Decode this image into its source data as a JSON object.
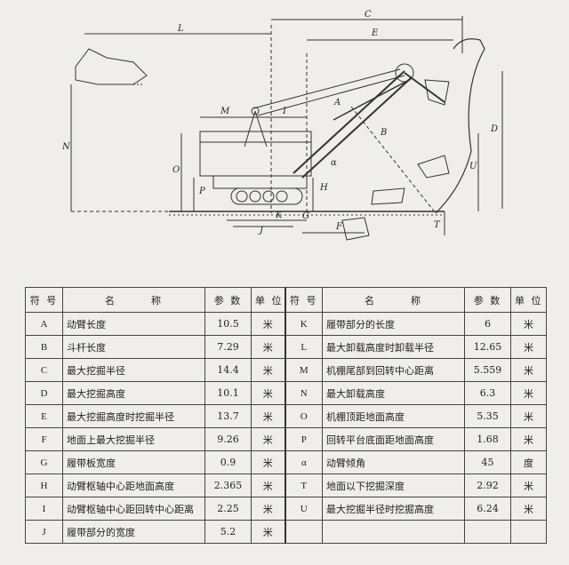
{
  "diagram": {
    "labels": [
      "L",
      "C",
      "E",
      "M",
      "I",
      "A",
      "B",
      "D",
      "N",
      "O",
      "P",
      "H",
      "α",
      "U",
      "K",
      "G",
      "J",
      "F",
      "T"
    ]
  },
  "table": {
    "headers": [
      "符 号",
      "名　　　称",
      "参 数",
      "单 位",
      "符 号",
      "名　　　称",
      "参 数",
      "单 位"
    ],
    "rows": [
      [
        {
          "sym": "A",
          "name": "动臂长度",
          "val": "10.5",
          "unit": "米"
        },
        {
          "sym": "K",
          "name": "履带部分的长度",
          "val": "6",
          "unit": "米"
        }
      ],
      [
        {
          "sym": "B",
          "name": "斗杆长度",
          "val": "7.29",
          "unit": "米"
        },
        {
          "sym": "L",
          "name": "最大卸载高度时卸载半径",
          "val": "12.65",
          "unit": "米"
        }
      ],
      [
        {
          "sym": "C",
          "name": "最大挖掘半径",
          "val": "14.4",
          "unit": "米"
        },
        {
          "sym": "M",
          "name": "机棚尾部到回转中心距离",
          "val": "5.559",
          "unit": "米"
        }
      ],
      [
        {
          "sym": "D",
          "name": "最大挖掘高度",
          "val": "10.1",
          "unit": "米"
        },
        {
          "sym": "N",
          "name": "最大卸载高度",
          "val": "6.3",
          "unit": "米"
        }
      ],
      [
        {
          "sym": "E",
          "name": "最大挖掘高度时挖掘半径",
          "val": "13.7",
          "unit": "米"
        },
        {
          "sym": "O",
          "name": "机棚顶距地面高度",
          "val": "5.35",
          "unit": "米"
        }
      ],
      [
        {
          "sym": "F",
          "name": "地面上最大挖掘半径",
          "val": "9.26",
          "unit": "米"
        },
        {
          "sym": "P",
          "name": "回转平台底面距地面高度",
          "val": "1.68",
          "unit": "米"
        }
      ],
      [
        {
          "sym": "G",
          "name": "履带板宽度",
          "val": "0.9",
          "unit": "米"
        },
        {
          "sym": "α",
          "name": "动臂倾角",
          "val": "45",
          "unit": "度"
        }
      ],
      [
        {
          "sym": "H",
          "name": "动臂枢轴中心距地面高度",
          "val": "2.365",
          "unit": "米"
        },
        {
          "sym": "T",
          "name": "地面以下挖掘深度",
          "val": "2.92",
          "unit": "米"
        }
      ],
      [
        {
          "sym": "I",
          "name": "动臂枢轴中心距回转中心距离",
          "val": "2.25",
          "unit": "米"
        },
        {
          "sym": "U",
          "name": "最大挖掘半径时挖掘高度",
          "val": "6.24",
          "unit": "米"
        }
      ],
      [
        {
          "sym": "J",
          "name": "履带部分的宽度",
          "val": "5.2",
          "unit": "米"
        },
        {
          "sym": "",
          "name": "",
          "val": "",
          "unit": ""
        }
      ]
    ]
  }
}
